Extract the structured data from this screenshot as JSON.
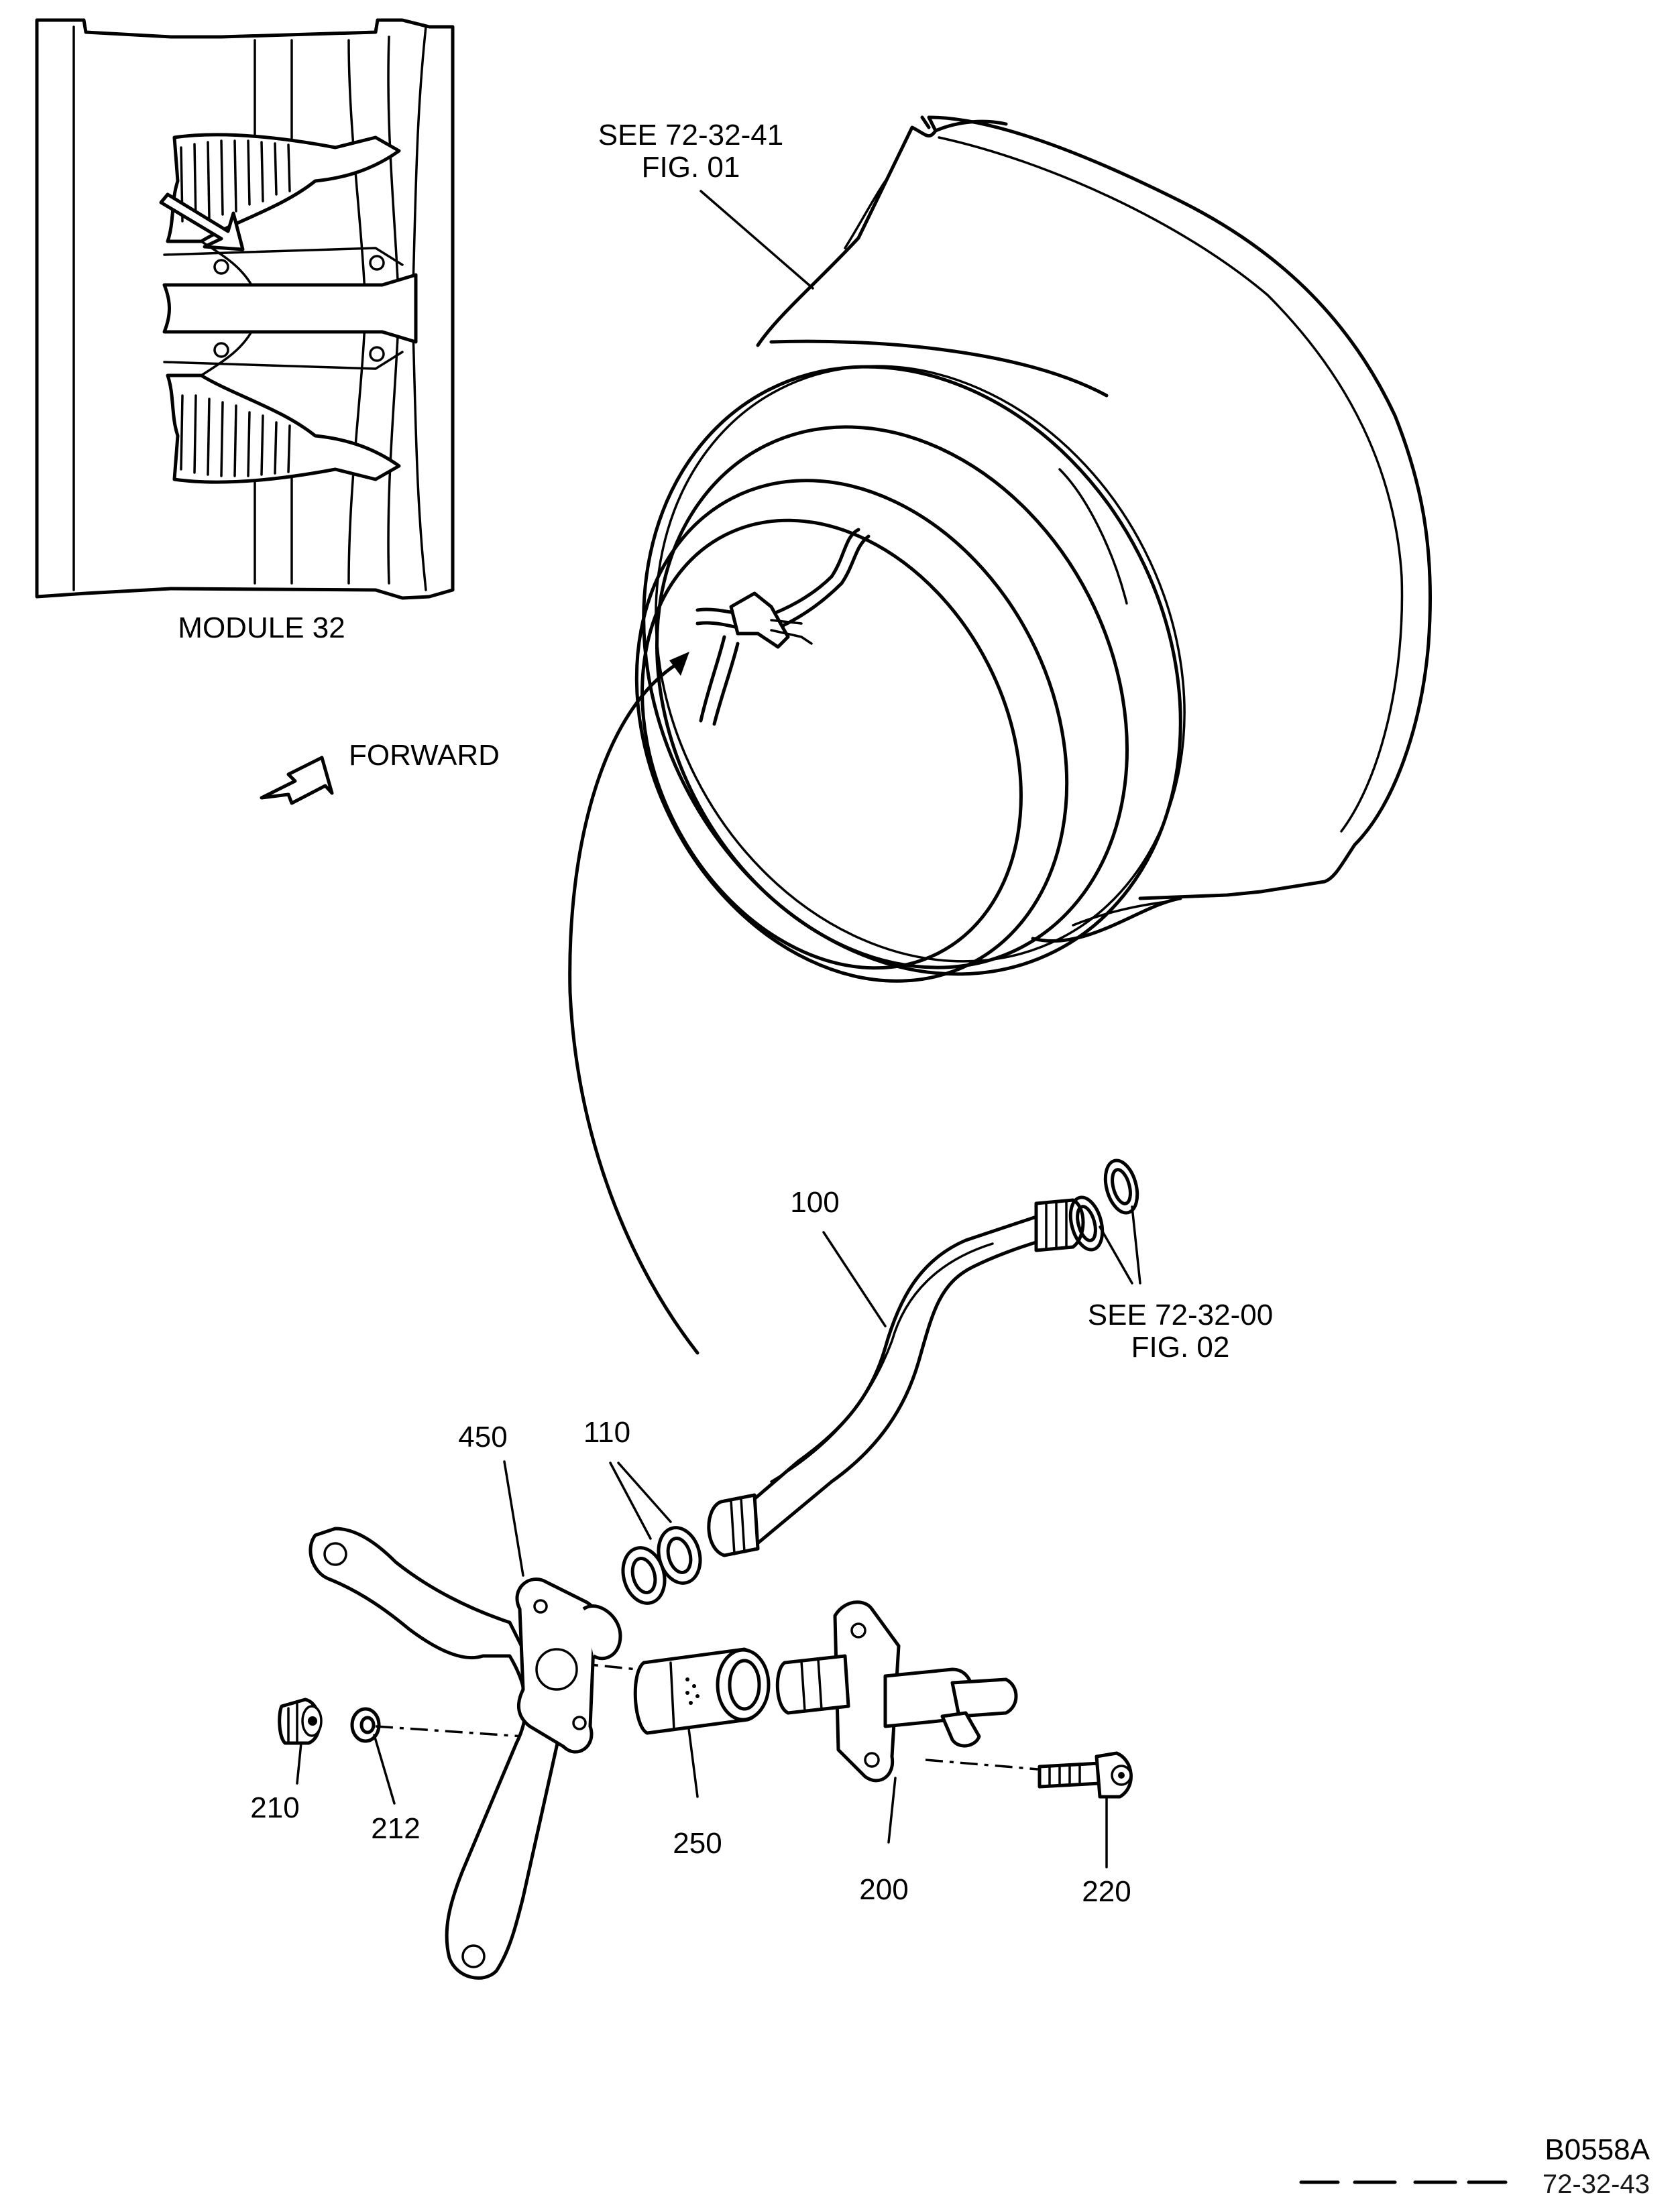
{
  "inset": {
    "title": "MODULE 32"
  },
  "direction": {
    "label": "FORWARD",
    "icon": "forward-arrow-icon"
  },
  "refs": {
    "case": {
      "line1": "SEE  72-32-41",
      "line2": "FIG. 01"
    },
    "seals": {
      "line1": "SEE  72-32-00",
      "line2": "FIG. 02"
    }
  },
  "parts": [
    {
      "id": "100",
      "label": "100"
    },
    {
      "id": "110",
      "label": "110"
    },
    {
      "id": "200",
      "label": "200"
    },
    {
      "id": "210",
      "label": "210"
    },
    {
      "id": "212",
      "label": "212"
    },
    {
      "id": "220",
      "label": "220"
    },
    {
      "id": "250",
      "label": "250"
    },
    {
      "id": "450",
      "label": "450"
    }
  ],
  "drawing_number": "B0558A",
  "page_number": "72-32-43"
}
